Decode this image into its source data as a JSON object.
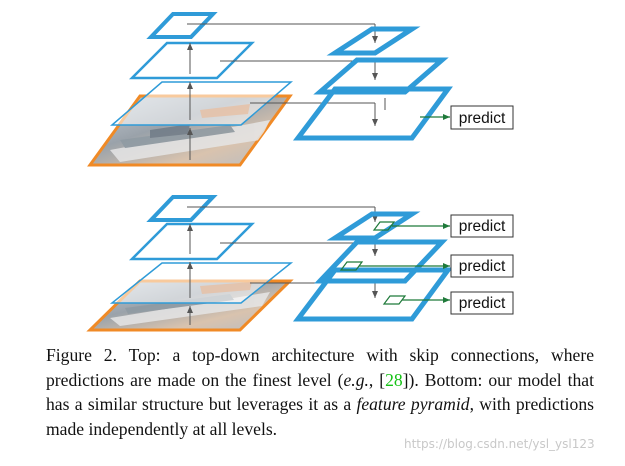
{
  "figure": {
    "top_panel": {
      "predict_label": "predict"
    },
    "bottom_panel": {
      "predict_labels": [
        "predict",
        "predict",
        "predict"
      ]
    }
  },
  "caption": {
    "label": "Figure 2.",
    "t1": " Top:  a top-down architecture with skip connections, where predictions are made on the finest level (",
    "eg": "e.g.",
    "t2": ", [",
    "cite": "28",
    "t3": "]). Bottom: our model that has a similar structure but leverages it as a ",
    "feature_pyramid": "feature pyramid",
    "t4": ", with predictions made independently at all levels."
  },
  "watermark": "https://blog.csdn.net/ysl_ysl123",
  "colors": {
    "blue": "#2f9bd8",
    "orange": "#f08a26",
    "green": "#1f7a3a",
    "arrow": "#555555"
  }
}
